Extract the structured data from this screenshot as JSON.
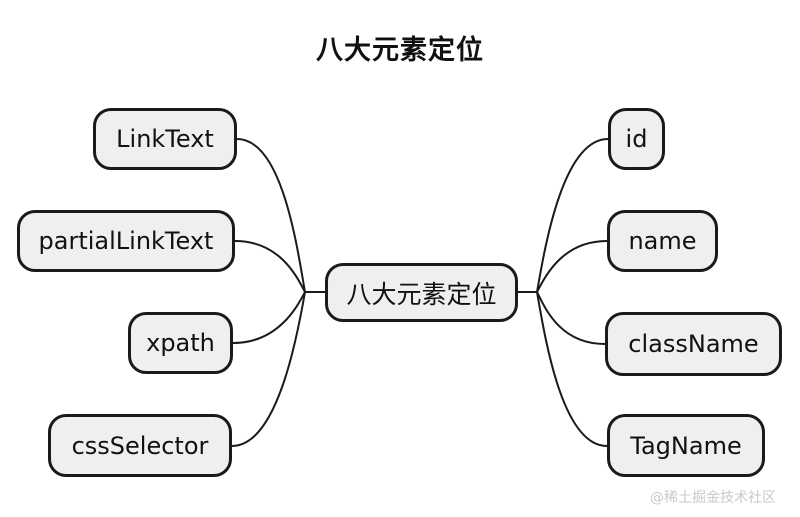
{
  "title": "八大元素定位",
  "center_node": {
    "label": "八大元素定位"
  },
  "left_nodes": [
    {
      "label": "LinkText"
    },
    {
      "label": "partialLinkText"
    },
    {
      "label": "xpath"
    },
    {
      "label": "cssSelector"
    }
  ],
  "right_nodes": [
    {
      "label": "id"
    },
    {
      "label": "name"
    },
    {
      "label": "className"
    },
    {
      "label": "TagName"
    }
  ],
  "watermark": "@稀土掘金技术社区",
  "colors": {
    "background": "#ffffff",
    "node_fill": "#efefef",
    "node_border": "#1a1a1a",
    "connector": "#1a1a1a",
    "watermark": "#c9c9c9",
    "text": "#111111"
  }
}
